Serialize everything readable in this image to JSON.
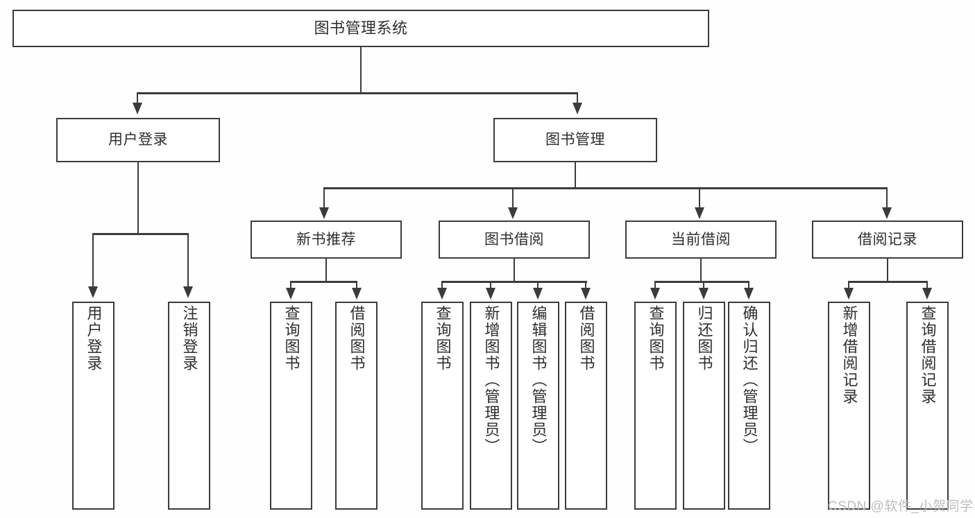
{
  "diagram": {
    "title": "图书管理系统",
    "type": "tree-hierarchy",
    "watermark": "CSDN @软件_小贺同学",
    "colors": {
      "border": "#3b3b3b",
      "node_fill": "#ffffff",
      "text": "#2e2e2e",
      "background": "#fefefe",
      "watermark": "#bdbdbd"
    }
  },
  "nodes": {
    "root": {
      "label": "图书管理系统"
    },
    "level2": [
      {
        "label": "用户登录"
      },
      {
        "label": "图书管理"
      }
    ],
    "level3": [
      {
        "label": "新书推荐"
      },
      {
        "label": "图书借阅"
      },
      {
        "label": "当前借阅"
      },
      {
        "label": "借阅记录"
      }
    ],
    "leaves": {
      "user_login": [
        {
          "label": "用户登录"
        },
        {
          "label": "注销登录"
        }
      ],
      "new_book_recommend": [
        {
          "label": "查询图书"
        },
        {
          "label": "借阅图书"
        }
      ],
      "book_borrow": [
        {
          "label": "查询图书"
        },
        {
          "label": "新增图书（管理员）"
        },
        {
          "label": "编辑图书（管理员）"
        },
        {
          "label": "借阅图书"
        }
      ],
      "current_borrow": [
        {
          "label": "查询图书"
        },
        {
          "label": "归还图书"
        },
        {
          "label": "确认归还（管理员）"
        }
      ],
      "borrow_record": [
        {
          "label": "新增借阅记录"
        },
        {
          "label": "查询借阅记录"
        }
      ]
    }
  }
}
